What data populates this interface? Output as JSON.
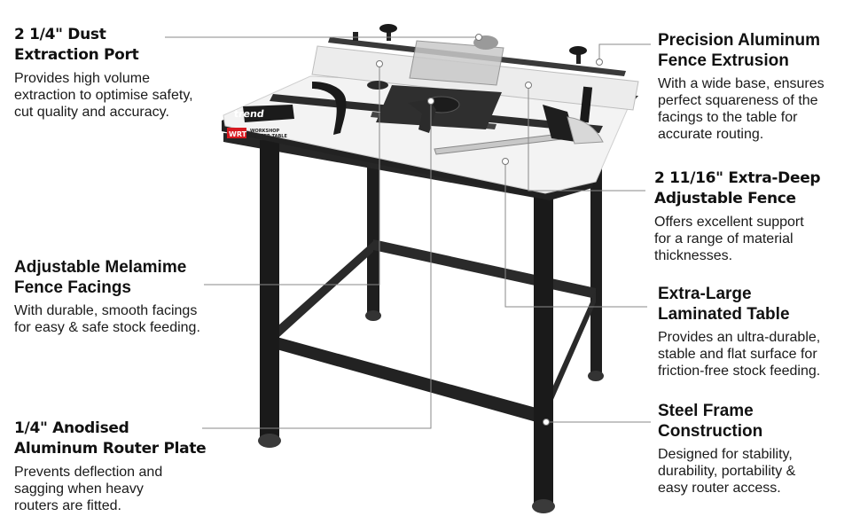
{
  "callouts": {
    "dust": {
      "title": "2 1/4\" Dust\nExtraction Port",
      "desc": "Provides high volume\nextraction to optimise safety,\ncut quality and accuracy."
    },
    "melamine": {
      "title": "Adjustable Melamime\nFence Facings",
      "desc": "With durable, smooth facings\nfor easy & safe stock feeding."
    },
    "plate": {
      "title": "1/4\" Anodised\nAluminum Router Plate",
      "desc": "Prevents deflection and\nsagging when heavy\nrouters are fitted."
    },
    "precision": {
      "title": "Precision Aluminum\nFence Extrusion",
      "desc": "With a wide base, ensures\nperfect squareness of the\nfacings to the table for\naccurate routing."
    },
    "deep": {
      "title": "2 11/16\" Extra-Deep\nAdjustable Fence",
      "desc": "Offers excellent support\nfor a range of material\nthicknesses."
    },
    "table": {
      "title": "Extra-Large\nLaminated Table",
      "desc": "Provides an ultra-durable,\nstable and flat surface for\nfriction-free stock feeding."
    },
    "steel": {
      "title": "Steel Frame\nConstruction",
      "desc": "Designed for stability,\ndurability, portability &\neasy router access."
    }
  },
  "product": {
    "brand": "trend",
    "badge": "WRT",
    "badge_text": "WORKSHOP\nROUTER TABLE"
  },
  "colors": {
    "frame": "#1c1c1c",
    "tabletop": "#f4f4f4",
    "brand_red": "#d71920",
    "leader": "#8a8a8a"
  }
}
